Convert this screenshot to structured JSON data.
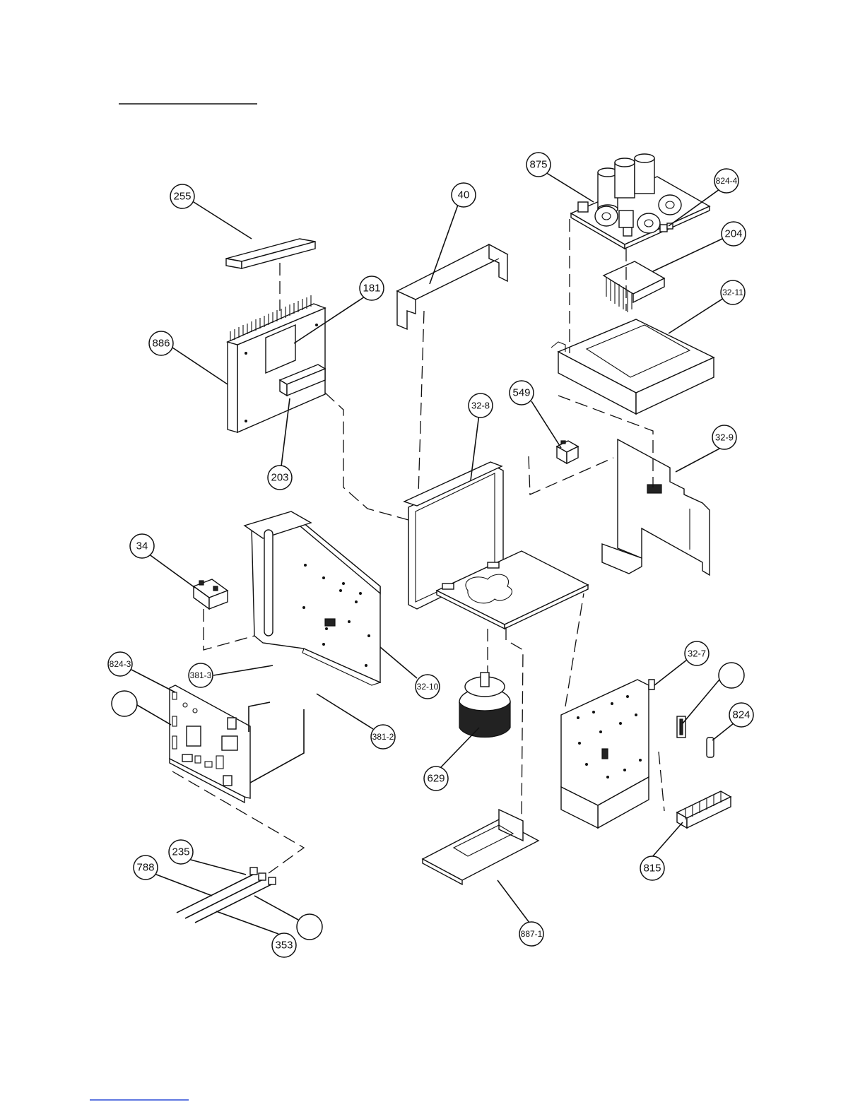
{
  "callouts": [
    {
      "id": "c255",
      "label": "255"
    },
    {
      "id": "c40",
      "label": "40"
    },
    {
      "id": "c875",
      "label": "875"
    },
    {
      "id": "c824-4",
      "label": "824-4"
    },
    {
      "id": "c204",
      "label": "204"
    },
    {
      "id": "c181",
      "label": "181"
    },
    {
      "id": "c886",
      "label": "886"
    },
    {
      "id": "c32-11",
      "label": "32-11"
    },
    {
      "id": "c32-8",
      "label": "32-8"
    },
    {
      "id": "c549",
      "label": "549"
    },
    {
      "id": "c203",
      "label": "203"
    },
    {
      "id": "c32-9",
      "label": "32-9"
    },
    {
      "id": "c34",
      "label": "34"
    },
    {
      "id": "c824-3",
      "label": "824-3"
    },
    {
      "id": "c381-3",
      "label": "381-3"
    },
    {
      "id": "c32-10",
      "label": "32-10"
    },
    {
      "id": "c381-2",
      "label": "381-2"
    },
    {
      "id": "c32-7",
      "label": "32-7"
    },
    {
      "id": "c824",
      "label": "824"
    },
    {
      "id": "c629",
      "label": "629"
    },
    {
      "id": "c815",
      "label": "815"
    },
    {
      "id": "c235",
      "label": "235"
    },
    {
      "id": "c788",
      "label": "788"
    },
    {
      "id": "c887-1",
      "label": "887-1"
    },
    {
      "id": "c353",
      "label": "353"
    },
    {
      "id": "blank-left",
      "label": ""
    },
    {
      "id": "blank-right",
      "label": ""
    },
    {
      "id": "blank-bottom",
      "label": ""
    }
  ]
}
